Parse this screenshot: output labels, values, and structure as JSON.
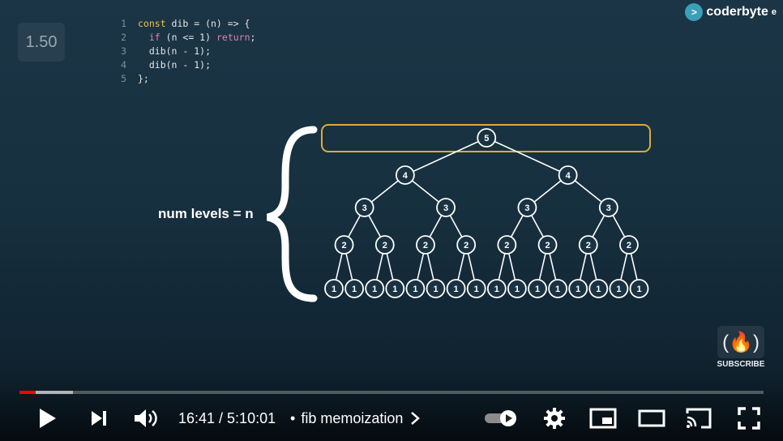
{
  "player": {
    "speed": "1.50",
    "logo_text": "coderbyte",
    "logo_suffix": "e",
    "subscribe_label": "SUBSCRIBE",
    "time": "16:41 / 5:10:01",
    "chapter_separator": "•",
    "chapter_title": "fib memoization",
    "progress": {
      "played": 0.0218,
      "buffered": 0.0714
    },
    "colors": {
      "played": "#ff0000",
      "buffered": "rgba(255,255,255,0.55)",
      "accent": "#e1a93c"
    }
  },
  "code": {
    "lines": [
      {
        "n": "1",
        "text": "const dib = (n) => {"
      },
      {
        "n": "2",
        "text": "if (n <= 1) return;"
      },
      {
        "n": "3",
        "text": "dib(n - 1);"
      },
      {
        "n": "4",
        "text": "dib(n - 1);"
      },
      {
        "n": "5",
        "text": "};"
      }
    ]
  },
  "diagram": {
    "label": "num levels = n",
    "levels": [
      {
        "value": "5",
        "count": 1
      },
      {
        "value": "4",
        "count": 2
      },
      {
        "value": "3",
        "count": 4
      },
      {
        "value": "2",
        "count": 8
      },
      {
        "value": "1",
        "count": 16
      }
    ]
  },
  "icons": {
    "play": "play-icon",
    "next": "next-icon",
    "volume": "volume-icon",
    "chapter_chevron": "chevron-right-icon",
    "autoplay": "autoplay-toggle-icon",
    "settings": "gear-icon",
    "miniplayer": "miniplayer-icon",
    "theater": "theater-icon",
    "cast": "cast-icon",
    "fullscreen": "fullscreen-icon"
  }
}
